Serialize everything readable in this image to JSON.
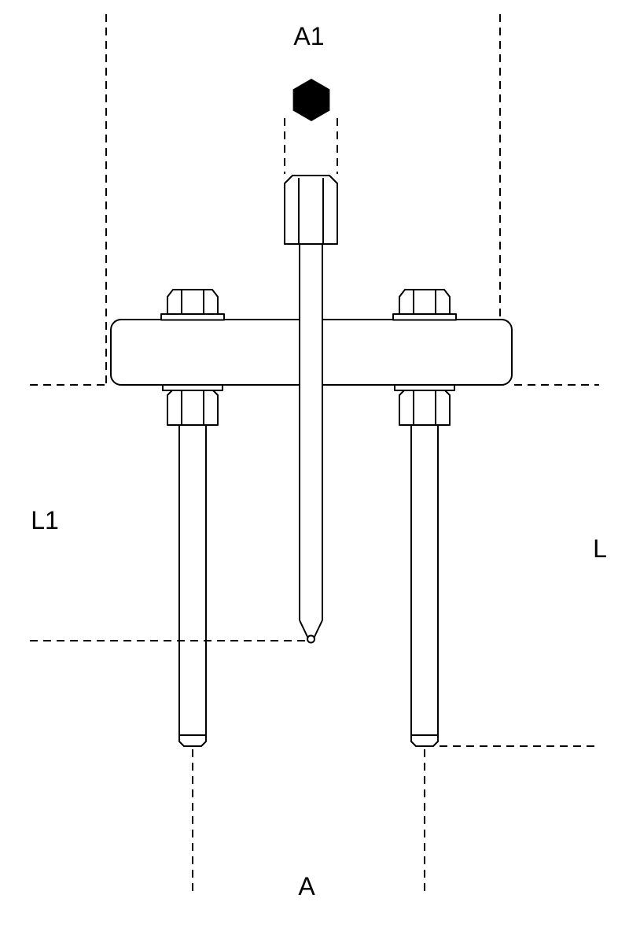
{
  "diagram": {
    "labels": {
      "a1": "A1",
      "l1": "L1",
      "l": "L",
      "a": "A"
    },
    "colors": {
      "line": "#000000",
      "hex_fill": "#000000",
      "background": "#ffffff"
    }
  }
}
